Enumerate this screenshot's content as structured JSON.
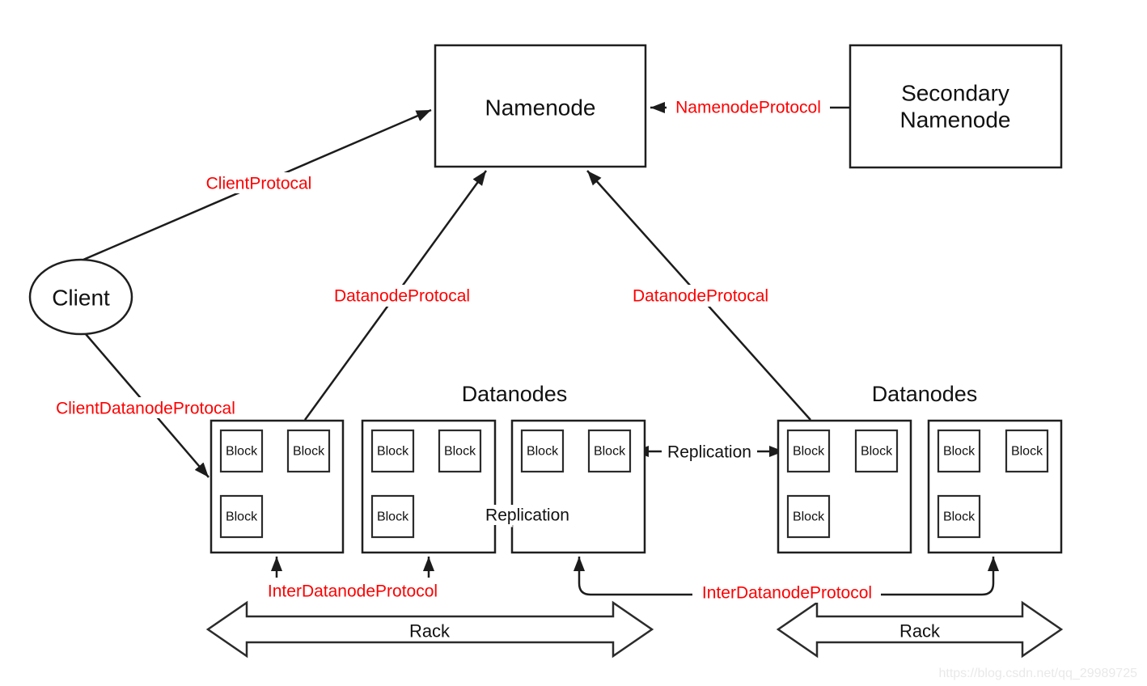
{
  "nodes": {
    "namenode": "Namenode",
    "secondary_namenode_line1": "Secondary",
    "secondary_namenode_line2": "Namenode",
    "client": "Client",
    "datanodes_left_title": "Datanodes",
    "datanodes_right_title": "Datanodes",
    "block": "Block"
  },
  "protocol_labels": {
    "client_protocal": "ClientProtocal",
    "namenode_protocol": "NamenodeProtocol",
    "datanode_protocal_left": "DatanodeProtocal",
    "datanode_protocal_right": "DatanodeProtocal",
    "client_datanode_protocal": "ClientDatanodeProtocal",
    "inter_datanode_protocol_left": "InterDatanodeProtocol",
    "inter_datanode_protocol_right": "InterDatanodeProtocol"
  },
  "flow_labels": {
    "replication_mid": "Replication",
    "replication_right": "Replication",
    "rack_left": "Rack",
    "rack_right": "Rack"
  },
  "watermark": "https://blog.csdn.net/qq_29989725",
  "colors": {
    "line": "#1c1c1c",
    "box_stroke": "#1f1f1f",
    "protocol_label": "#fe0000",
    "text": "#111111",
    "background": "#ffffff",
    "watermark": "#e9e9e9"
  }
}
